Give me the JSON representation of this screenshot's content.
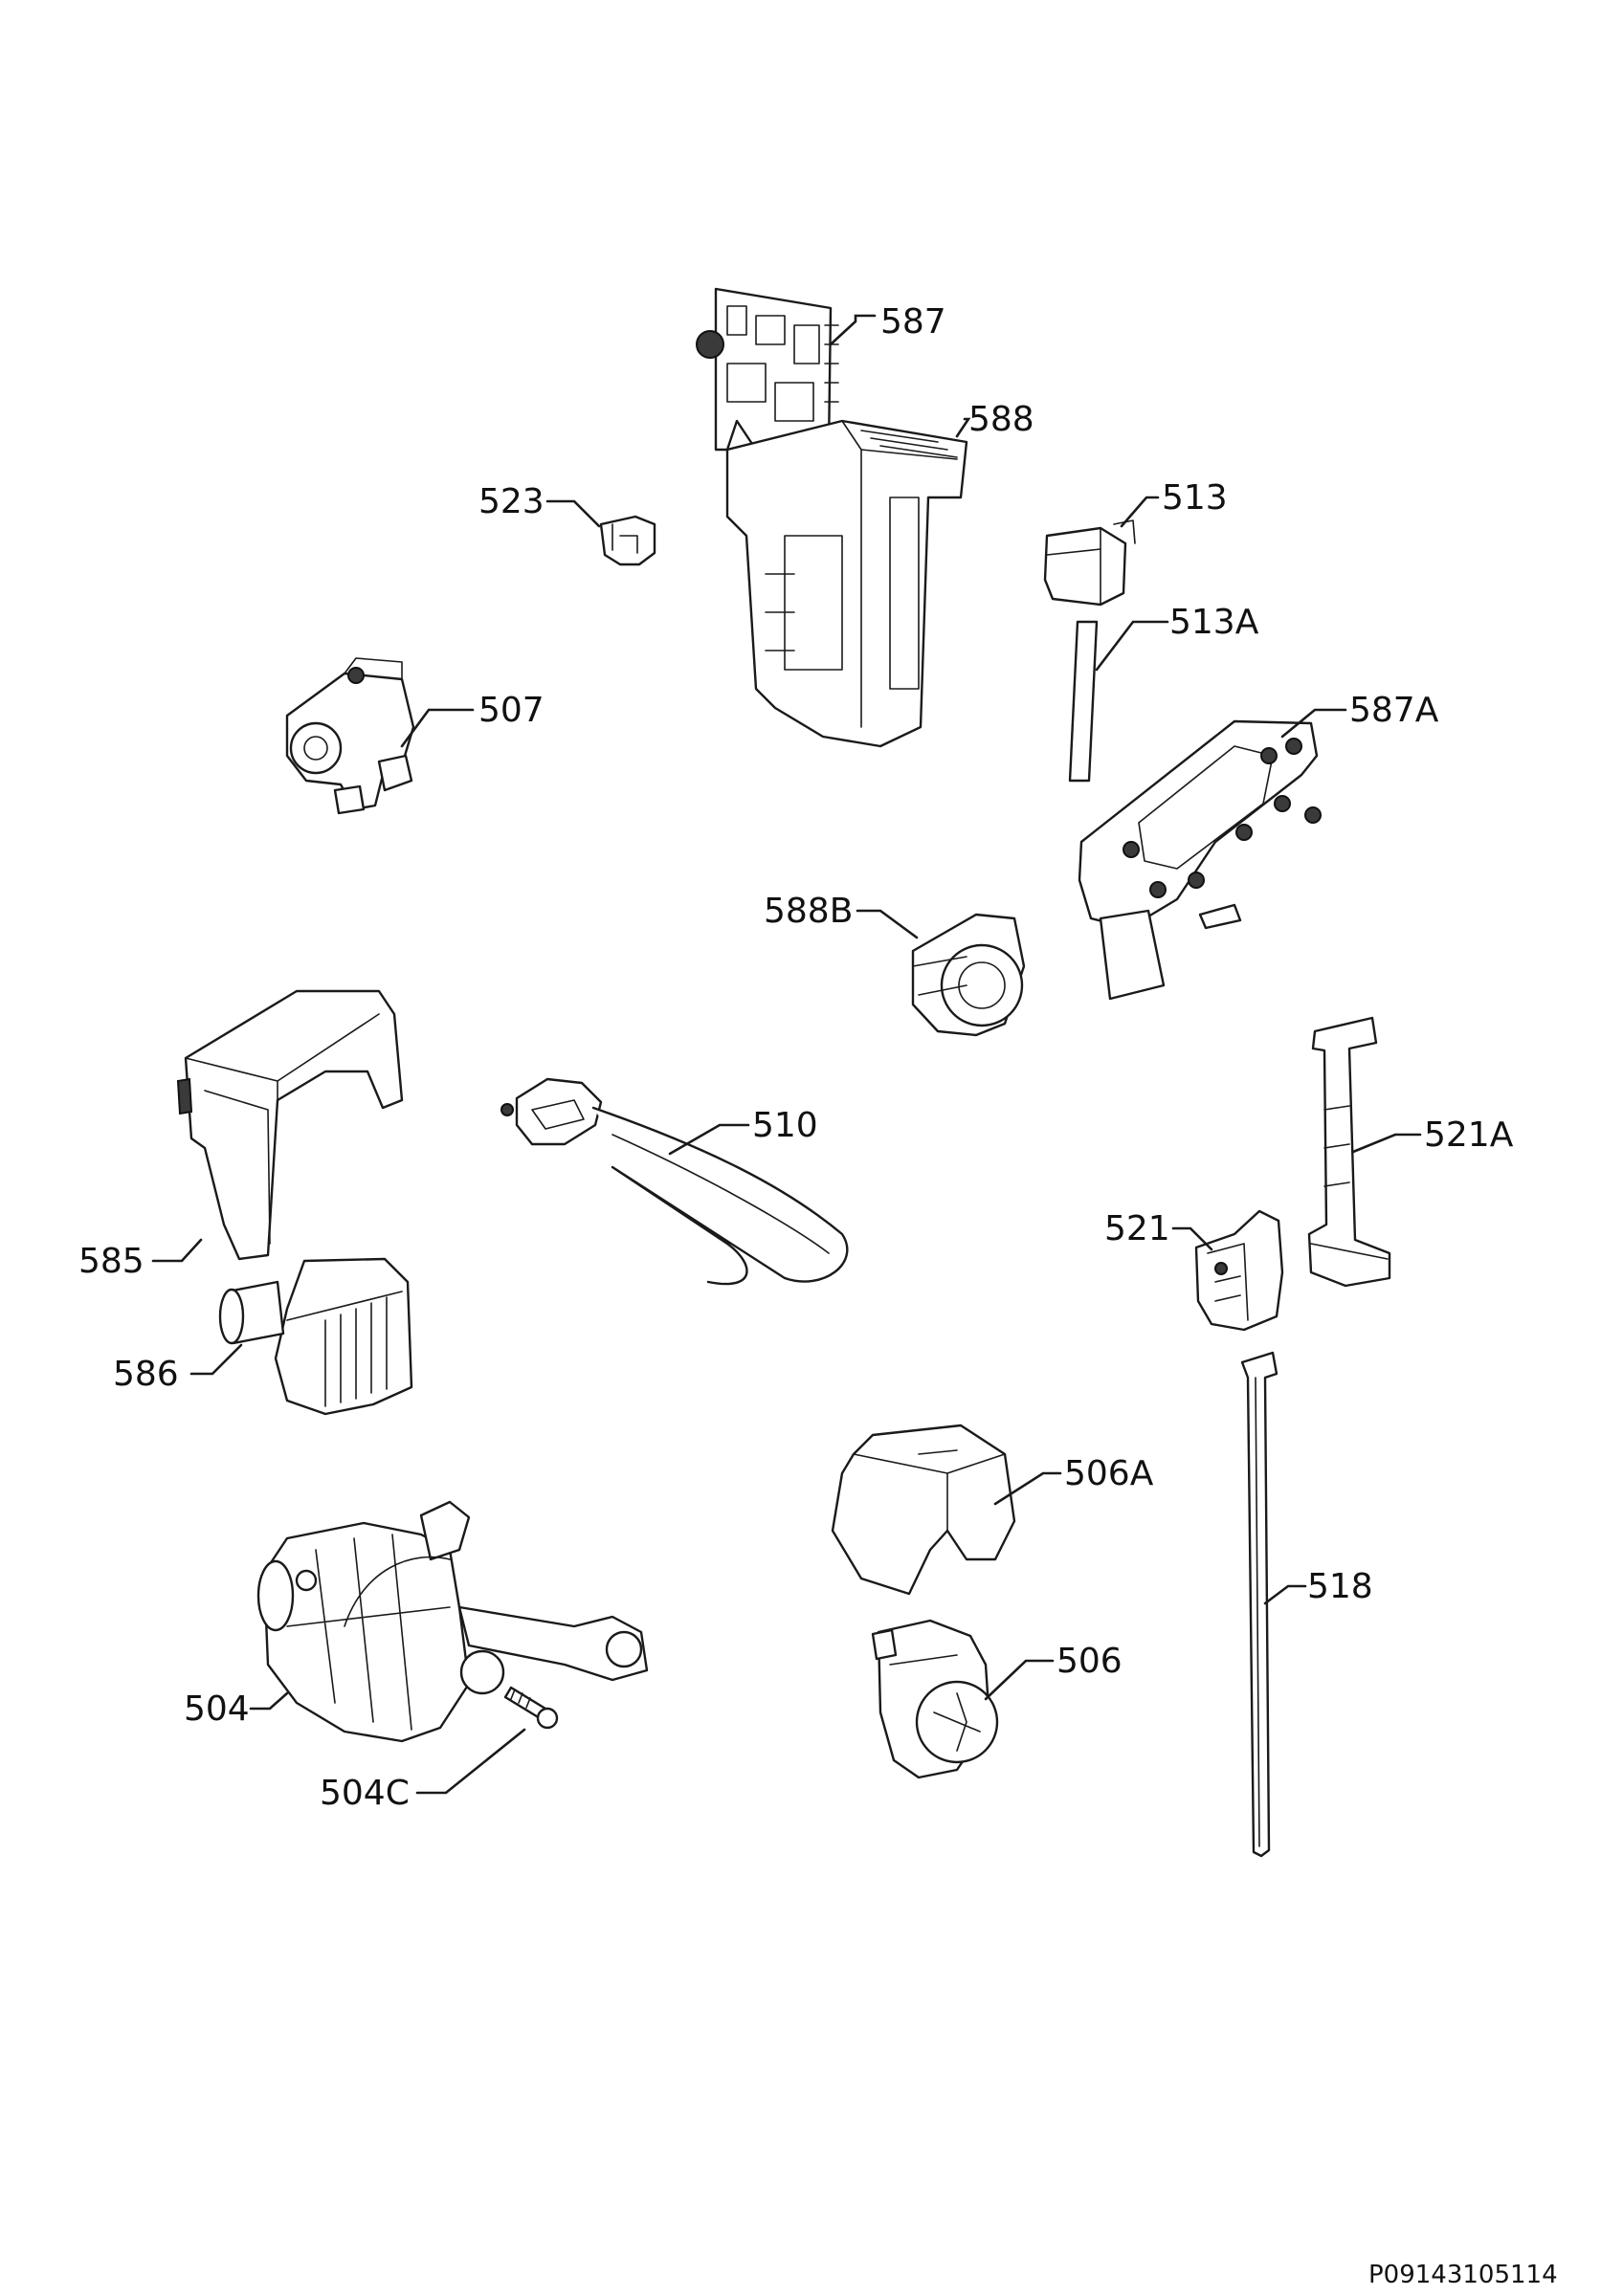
{
  "labels": {
    "p587": "587",
    "p588": "588",
    "p523": "523",
    "p513": "513",
    "p513A": "513A",
    "p507": "507",
    "p587A": "587A",
    "p588B": "588B",
    "p510": "510",
    "p521A": "521A",
    "p585": "585",
    "p521": "521",
    "p586": "586",
    "p506A": "506A",
    "p518": "518",
    "p506": "506",
    "p504": "504",
    "p504C": "504C"
  },
  "document_id": "P09143105114"
}
